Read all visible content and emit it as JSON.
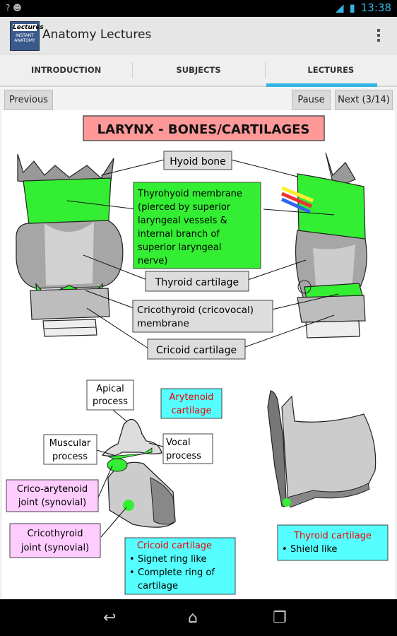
{
  "status": {
    "time": "13:38",
    "left_icons": "? ☻"
  },
  "app": {
    "title": "Anatomy Lectures",
    "icon_top": "Lectures",
    "icon_bottom": "INSTANT ANATOMY"
  },
  "tabs": [
    {
      "label": "INTRODUCTION",
      "active": false
    },
    {
      "label": "SUBJECTS",
      "active": false
    },
    {
      "label": "LECTURES",
      "active": true
    }
  ],
  "controls": {
    "previous": "Previous",
    "pause": "Pause",
    "next": "Next (3/14)"
  },
  "slide": {
    "title": "LARYNX - BONES/CARTILAGES",
    "labels": {
      "hyoid": "Hyoid bone",
      "thyrohyoid": [
        "Thyrohyoid membrane",
        "(pierced by superior",
        "laryngeal vessels &",
        "internal branch of",
        "superior laryngeal",
        "nerve)"
      ],
      "thyroid": "Thyroid cartilage",
      "cricothyroid_membrane": [
        "Cricothyroid (cricovocal)",
        "membrane"
      ],
      "cricoid": "Cricoid cartilage",
      "apical": [
        "Apical",
        "process"
      ],
      "arytenoid": [
        "Arytenoid",
        "cartilage"
      ],
      "muscular": [
        "Muscular",
        "process"
      ],
      "vocal": [
        "Vocal",
        "process"
      ],
      "crico_arytenoid": [
        "Crico-arytenoid",
        "joint (synovial)"
      ],
      "cricothyroid_joint": [
        "Cricothyroid",
        "joint (synovial)"
      ],
      "cricoid_box": {
        "title": "Cricoid cartilage",
        "items": [
          "Signet ring like",
          "Complete ring of",
          "cartilage"
        ]
      },
      "thyroid_box": {
        "title": "Thyroid cartilage",
        "items": [
          "Shield like"
        ]
      }
    },
    "colors": {
      "green": "#33ee33",
      "title_bg": "#ff9999",
      "cyan": "#55ffff",
      "pink": "#ffccff",
      "grey_label": "#dddddd",
      "red_text": "#ee0000"
    }
  }
}
